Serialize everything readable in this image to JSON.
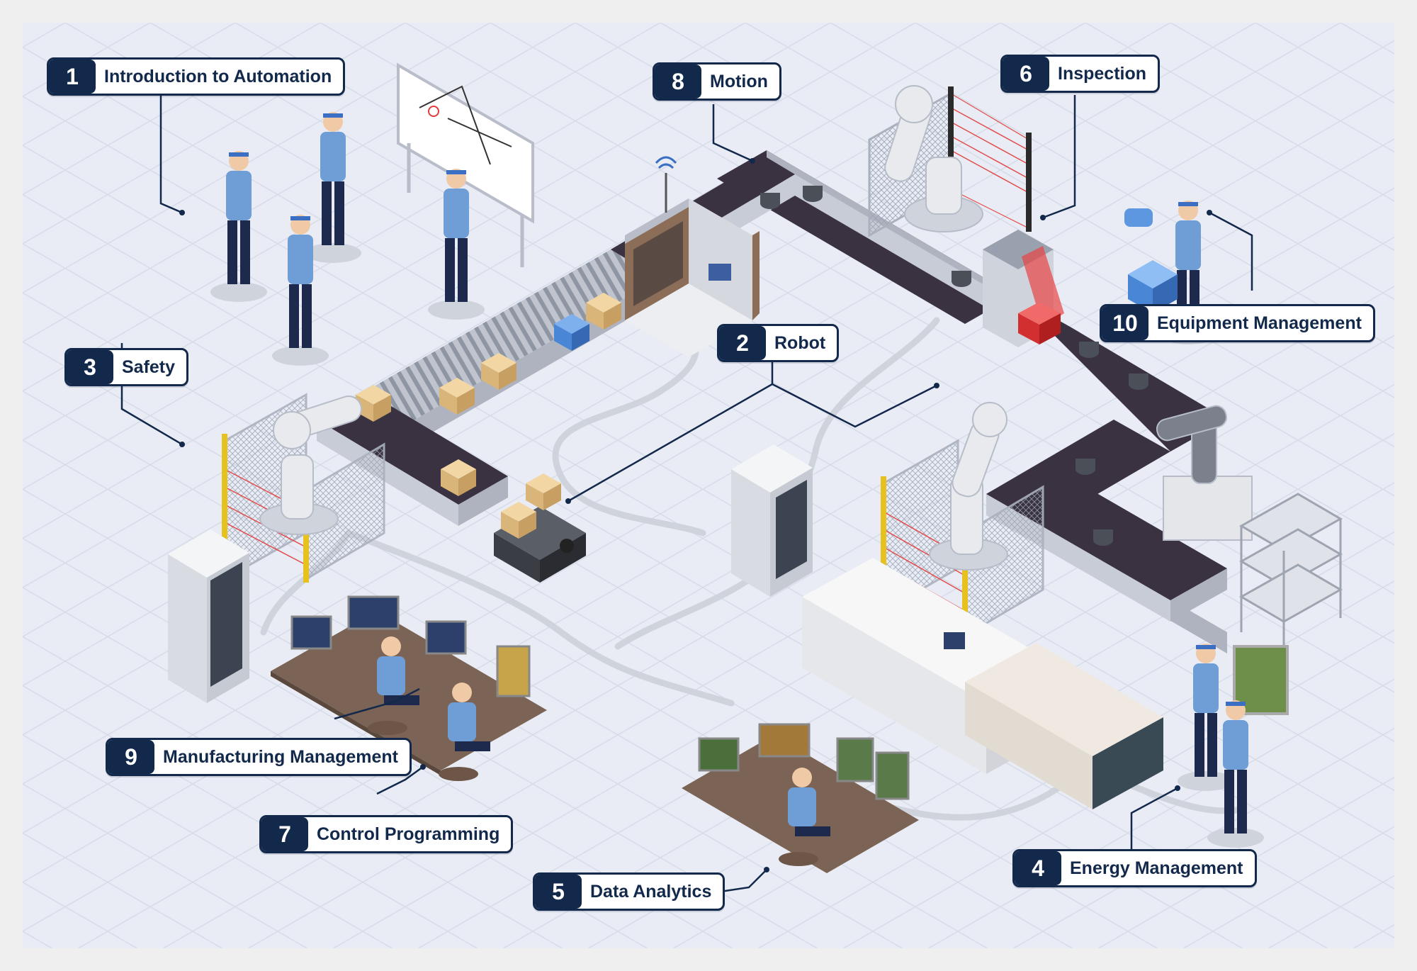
{
  "colors": {
    "navy": "#13294b",
    "floor": "#e9ecf4",
    "grid": "#d6dbe8",
    "belt": "#3a3240",
    "belt_side": "#c8ccd6",
    "cable": "#cfd3dc",
    "worker_shirt": "#6f9ed6",
    "worker_pants": "#1d2a4d",
    "cabinet": "#e4e6ea",
    "desk": "#7b6455",
    "box": "#e8c48a",
    "blue_box": "#4a86d6",
    "red_light": "#e23b3b",
    "safety_post": "#e7c21e"
  },
  "callouts": [
    {
      "num": "1",
      "label": "Introduction to Automation"
    },
    {
      "num": "8",
      "label": "Motion"
    },
    {
      "num": "6",
      "label": "Inspection"
    },
    {
      "num": "10",
      "label": "Equipment Management"
    },
    {
      "num": "2",
      "label": "Robot"
    },
    {
      "num": "3",
      "label": "Safety"
    },
    {
      "num": "9",
      "label": "Manufacturing Management"
    },
    {
      "num": "7",
      "label": "Control Programming"
    },
    {
      "num": "5",
      "label": "Data Analytics"
    },
    {
      "num": "4",
      "label": "Energy Management"
    }
  ]
}
